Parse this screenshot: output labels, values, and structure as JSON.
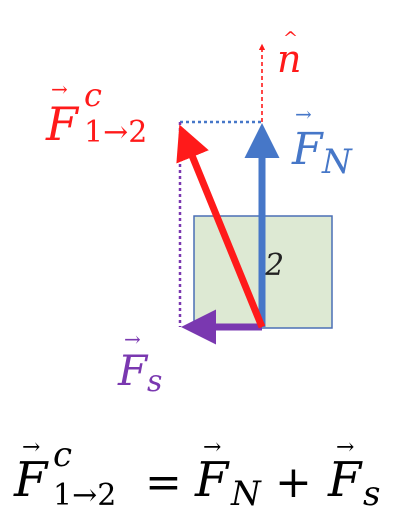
{
  "colors": {
    "background": "#ffffff",
    "block_fill": "#dde9d3",
    "block_stroke": "#4a6fb5",
    "contact_force": "#ff1a1a",
    "normal_force": "#4677c8",
    "friction_force": "#7a38b0",
    "normal_axis": "#ff1a1a",
    "dotted_blue": "#4677c8",
    "dotted_purple": "#7a38b0",
    "equation_text": "#000000"
  },
  "diagram": {
    "block_label": "2",
    "normal_axis_label": {
      "symbol": "n",
      "accent": "^"
    },
    "contact_force_label": {
      "symbol": "F",
      "superscript": "c",
      "subscript": "1→2",
      "accent": "→"
    },
    "normal_force_label": {
      "symbol": "F",
      "subscript": "N",
      "accent": "→"
    },
    "friction_force_label": {
      "symbol": "F",
      "subscript": "s",
      "accent": "→"
    }
  },
  "equation": {
    "lhs_symbol": "F",
    "lhs_superscript": "c",
    "lhs_subscript": "1→2",
    "equals": "=",
    "term1_symbol": "F",
    "term1_subscript": "N",
    "plus": "+",
    "term2_symbol": "F",
    "term2_subscript": "s",
    "accent": "→"
  }
}
